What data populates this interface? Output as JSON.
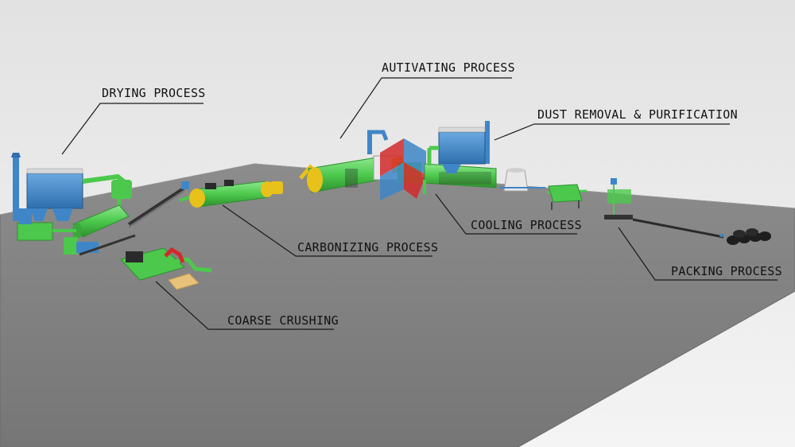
{
  "colors": {
    "background_top": "#e2e2e2",
    "background_bottom": "#f4f4f4",
    "floor": "#808080",
    "floor_edge": "#6a6a6a",
    "equipment_blue": "#3f86c8",
    "equipment_green": "#4cc94c",
    "equipment_yellow": "#e8c21a",
    "equipment_red": "#d22a2a",
    "equipment_white": "#e8e8e8",
    "equipment_dark": "#2a2a2a",
    "label_text": "#111111",
    "leader_line": "#1a1a1a"
  },
  "labels": {
    "drying": "DRYING PROCESS",
    "activating": "AUTIVATING PROCESS",
    "dust_removal": "DUST REMOVAL & PURIFICATION",
    "carbonizing": "CARBONIZING PROCESS",
    "cooling": "COOLING PROCESS",
    "packing": "PACKING PROCESS",
    "coarse_crushing": "COARSE CRUSHING"
  },
  "icons": {
    "logo": "red-blue-arrow-logo-icon"
  }
}
